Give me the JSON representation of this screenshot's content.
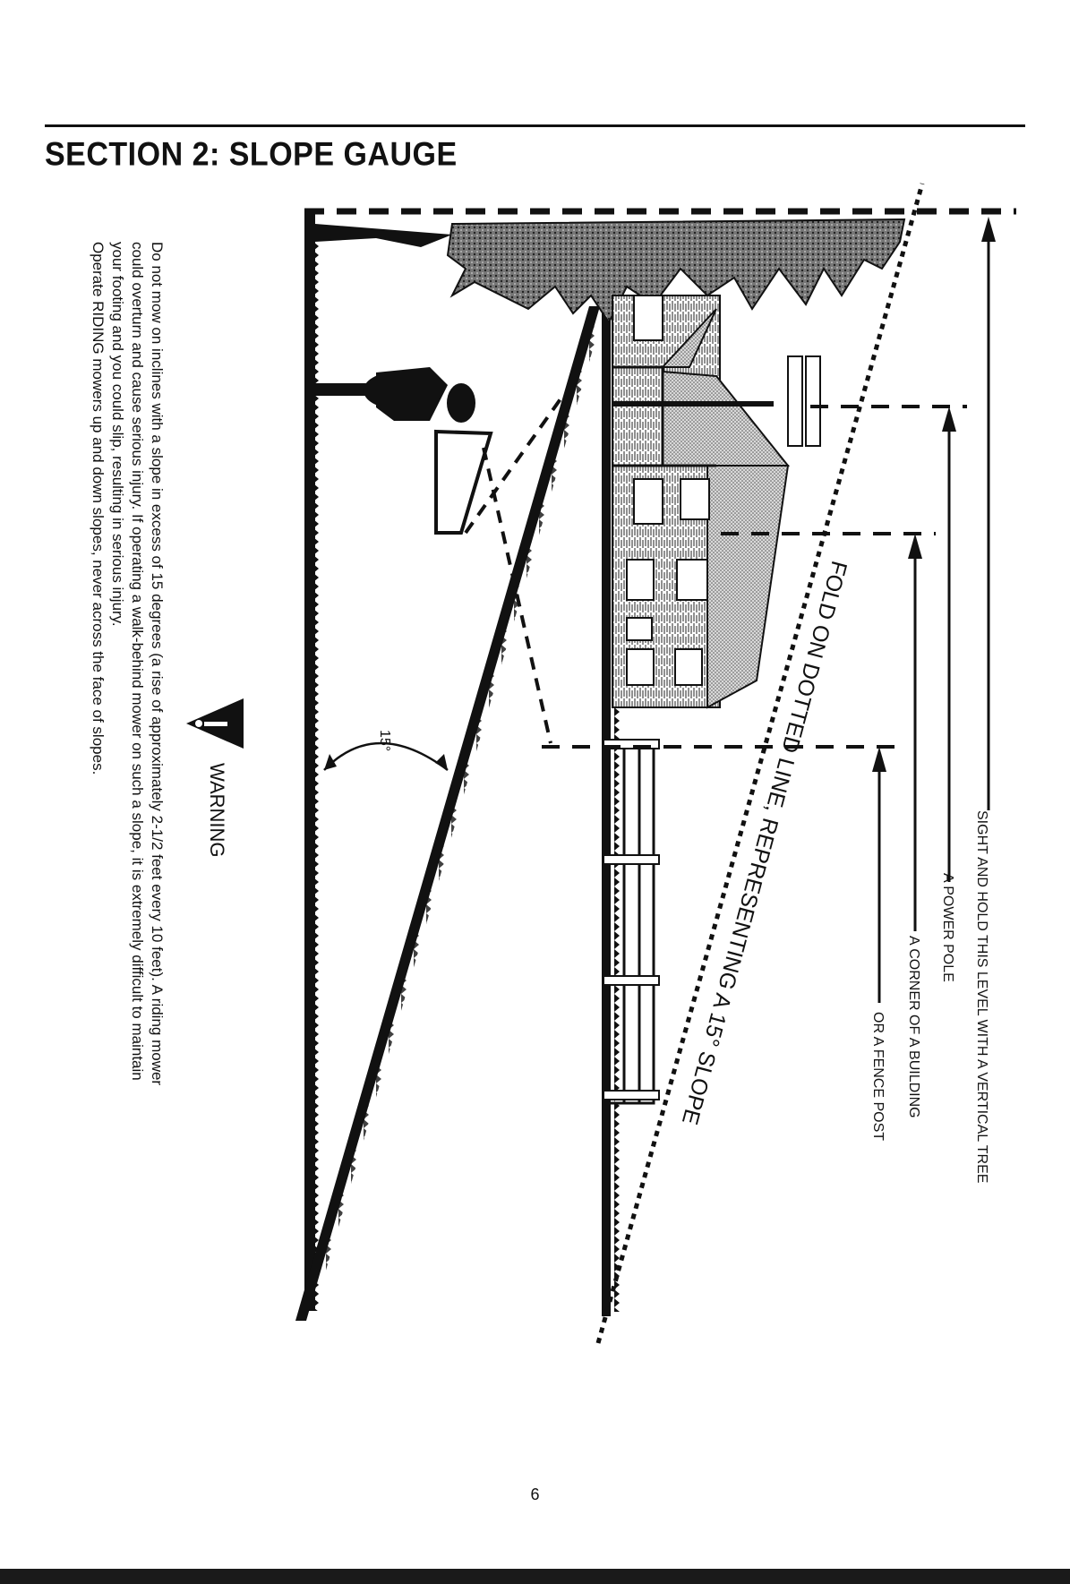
{
  "header": {
    "title": "SECTION 2:  SLOPE GAUGE"
  },
  "diagram": {
    "labels": {
      "tree": "SIGHT AND HOLD THIS LEVEL WITH A VERTICAL TREE",
      "pole": "A POWER POLE",
      "building": "A CORNER OF A BUILDING",
      "fence": "OR A FENCE POST"
    },
    "fold_text": "FOLD ON DOTTED LINE, REPRESENTING A 15° SLOPE",
    "angle_label": "15°",
    "slope_degrees": 15
  },
  "warning": {
    "title": "WARNING",
    "lines": [
      "Do not mow on inclines with a slope in excess of 15 degrees (a rise of approximately 2-1/2 feet every 10 feet).  A riding mower",
      "could overturn and cause serious injury.  If operating a walk-behind mower on such a slope, it is extremely difficult to maintain",
      "your footing and you could slip, resulting in serious injury.",
      "Operate RIDING mowers up and down slopes, never across the face of slopes."
    ]
  },
  "footer": {
    "page_number": "6"
  }
}
